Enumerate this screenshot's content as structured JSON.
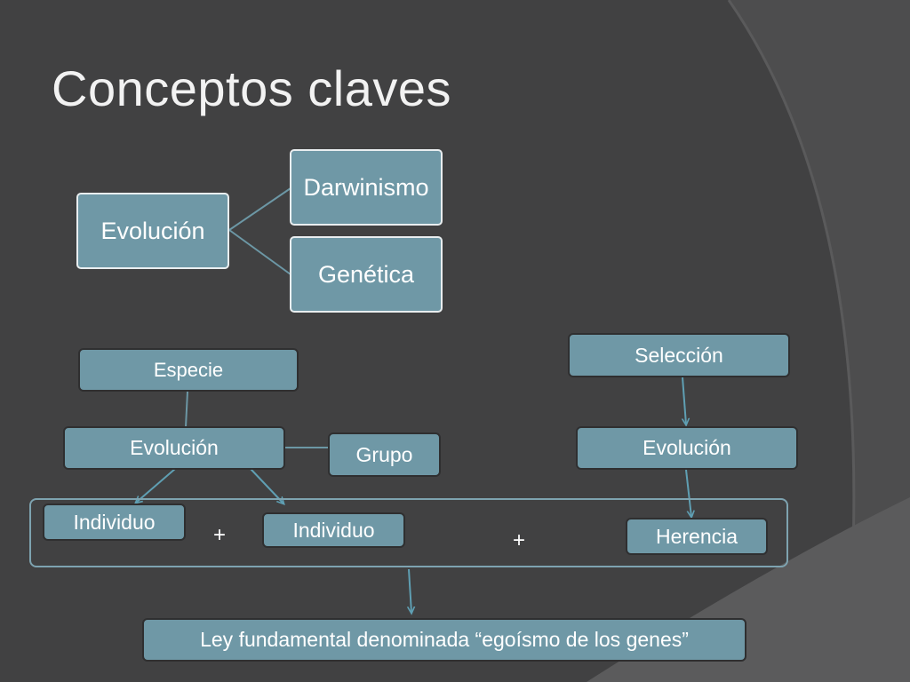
{
  "slide": {
    "title": "Conceptos claves"
  },
  "diagram_top": {
    "root": "Evolución",
    "branches": [
      "Darwinismo",
      "Genética"
    ]
  },
  "diagram_left": {
    "especie": "Especie",
    "evolucion": "Evolución",
    "grupo": "Grupo",
    "individuo_1": "Individuo",
    "individuo_2": "Individuo"
  },
  "diagram_right": {
    "seleccion": "Selección",
    "evolucion": "Evolución",
    "herencia": "Herencia"
  },
  "operators": {
    "plus_1": "+",
    "plus_2": "+"
  },
  "conclusion": "Ley fundamental denominada “egoísmo de los genes”",
  "colors": {
    "background": "#414142",
    "node_fill": "#6f98a6",
    "connector": "#5f9fb3"
  }
}
